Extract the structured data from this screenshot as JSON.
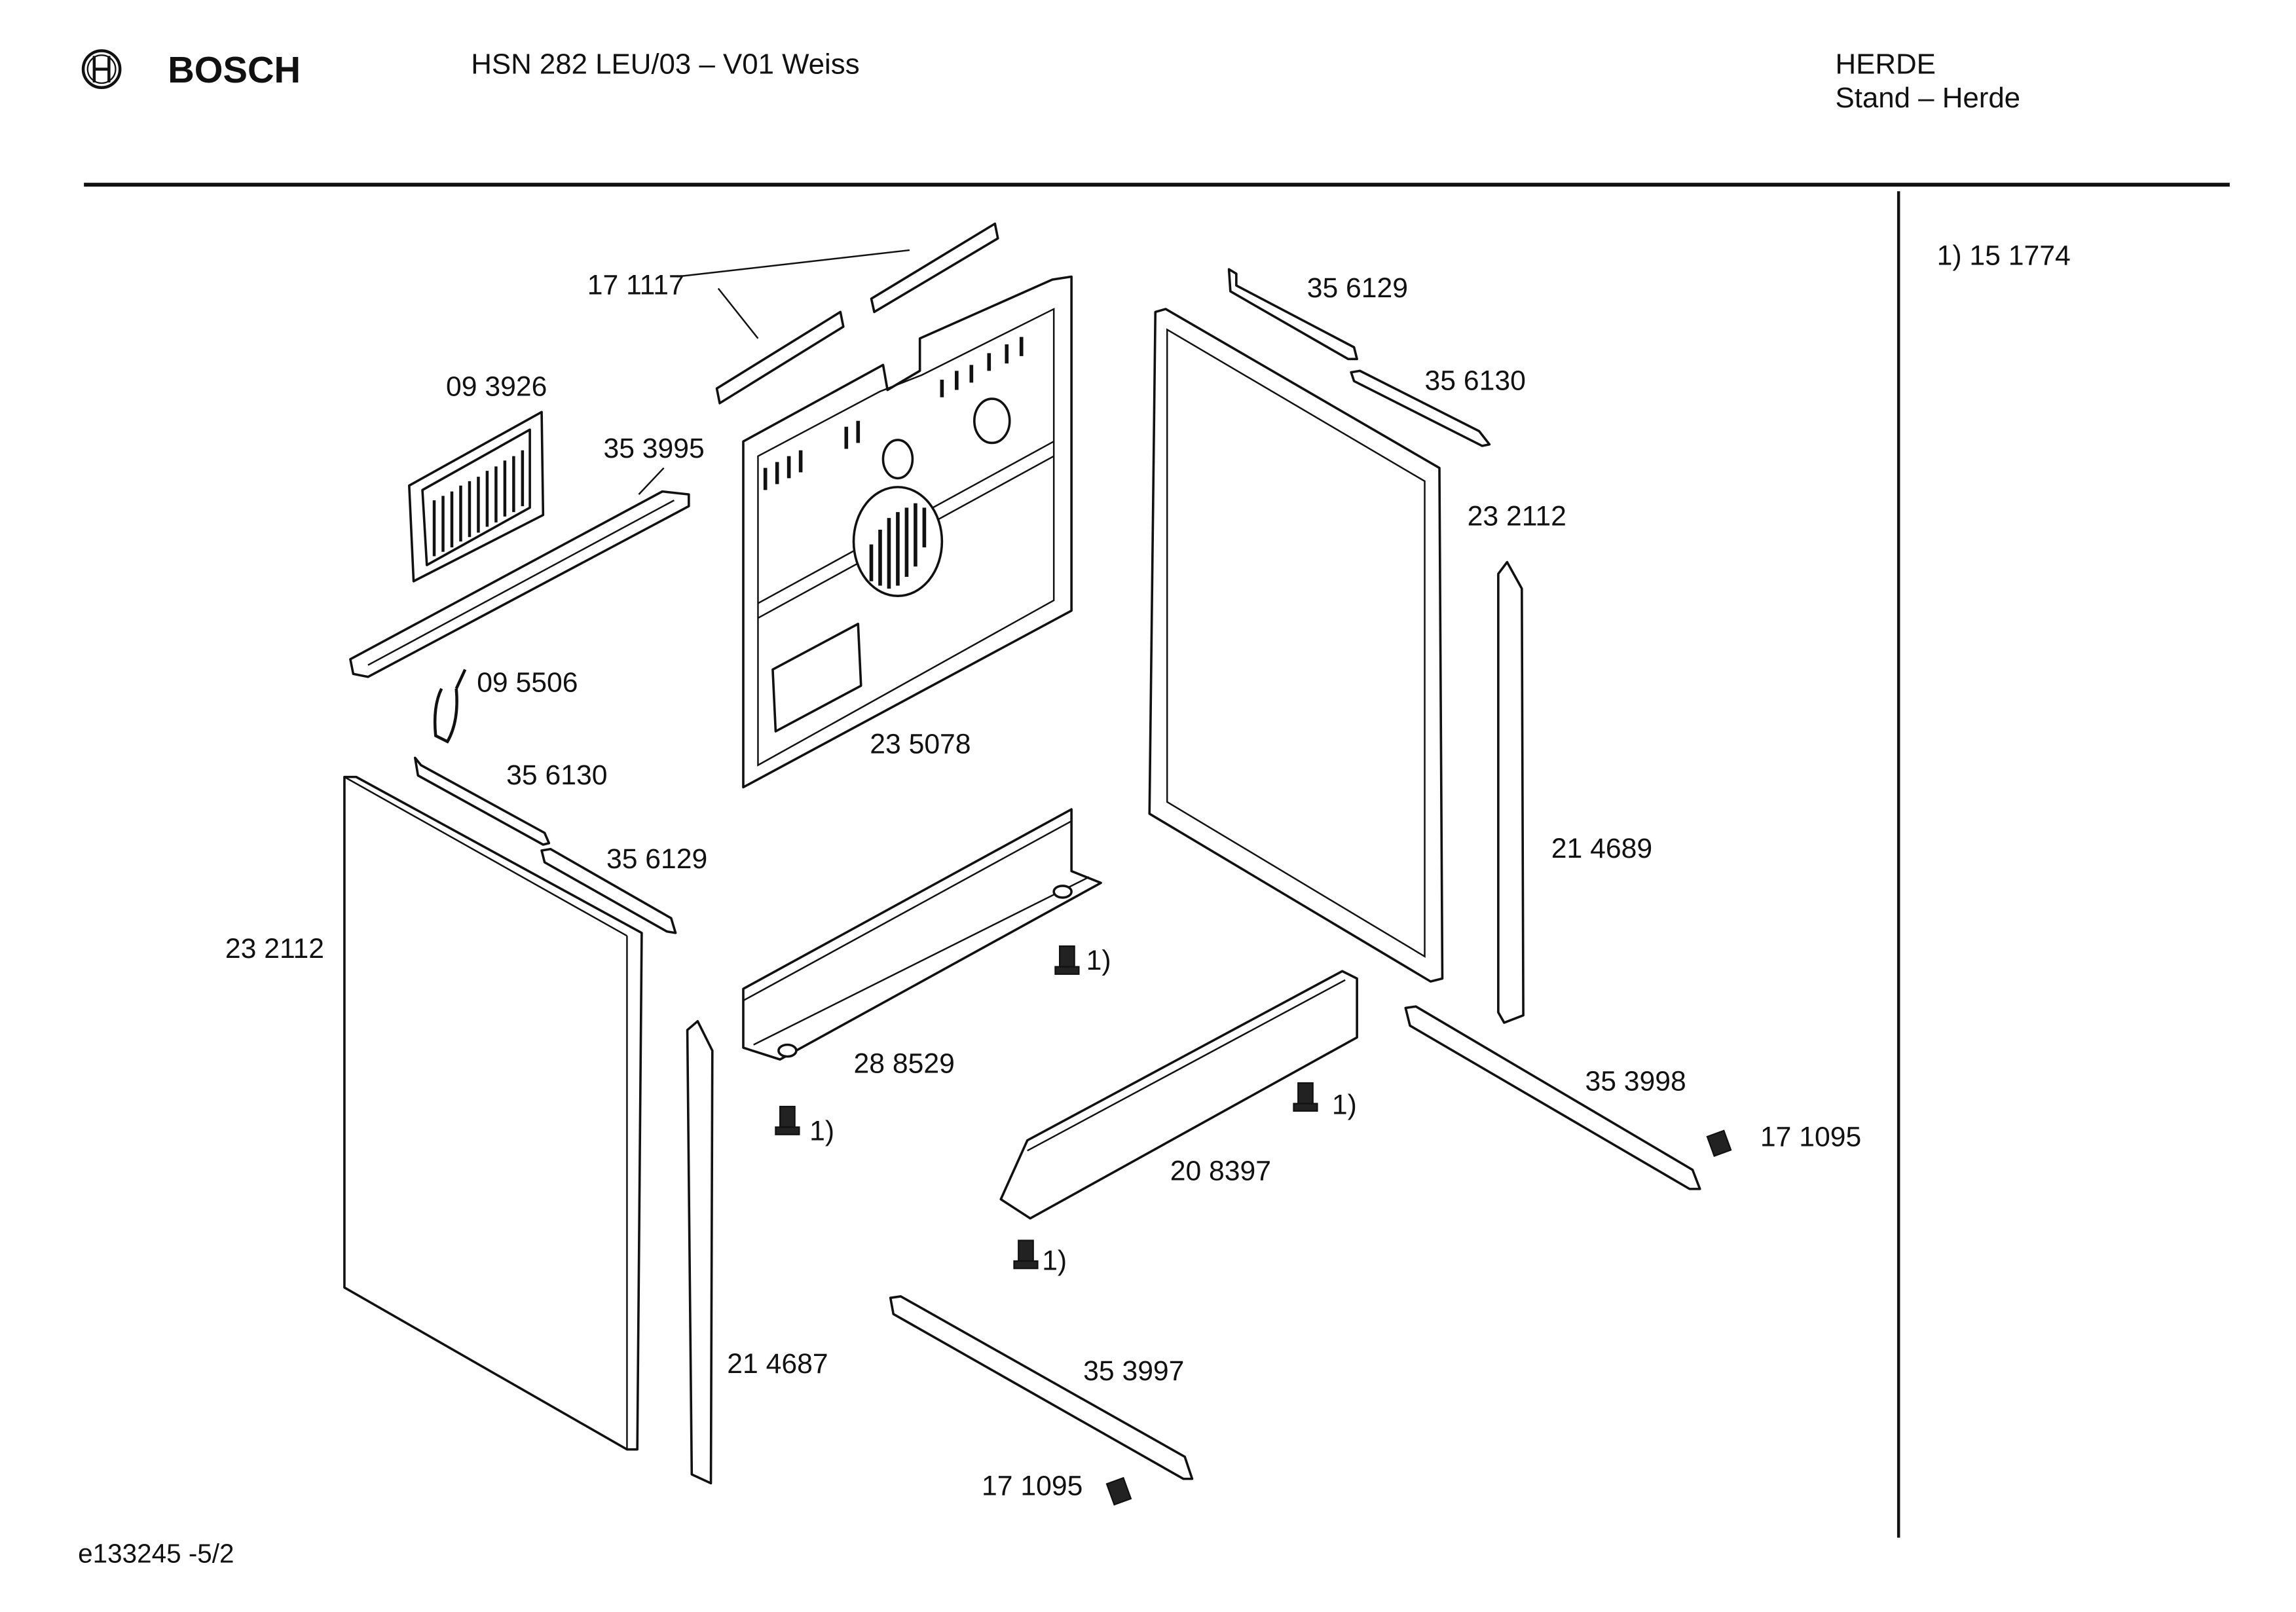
{
  "header": {
    "brand": "BOSCH",
    "model": "HSN 282 LEU/03 – V01 Weiss",
    "category": "HERDE",
    "subcategory": "Stand – Herde"
  },
  "footnotes": [
    "1) 15 1774"
  ],
  "footer": {
    "drawing_id": "e133245 -5/2"
  },
  "parts": {
    "p171117": "17 1117",
    "p093926": "09 3926",
    "p353995": "35 3995",
    "p095506": "09 5506",
    "p356130_left": "35 6130",
    "p356129_left": "35 6129",
    "p232112_left": "23 2112",
    "p235078": "23 5078",
    "p288529": "28 8529",
    "p356129_right": "35 6129",
    "p356130_right": "35 6130",
    "p232112_right": "23 2112",
    "p214689": "21 4689",
    "p353998": "35 3998",
    "p171095_right": "17 1095",
    "p208397": "20 8397",
    "p214687": "21 4687",
    "p353997": "35 3997",
    "p171095_bottom": "17 1095"
  },
  "screw_refs": [
    "1)",
    "1)",
    "1)",
    "1)"
  ]
}
